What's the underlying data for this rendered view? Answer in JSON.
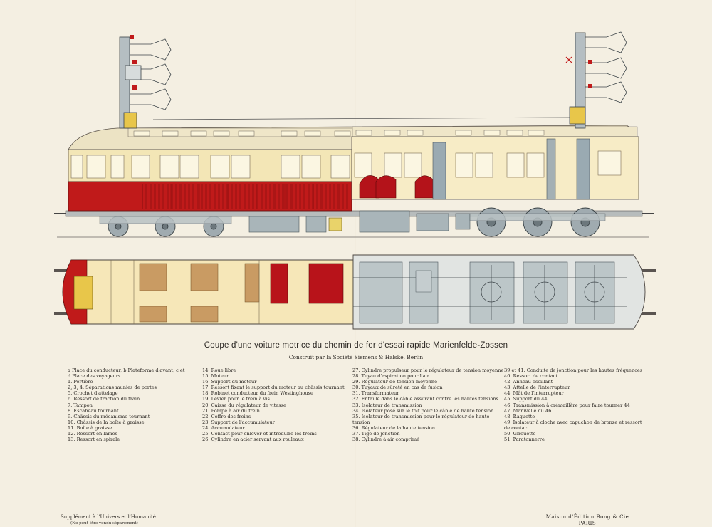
{
  "title": "Coupe d'une voiture motrice du chemin de fer d'essai rapide Marienfelde-Zossen",
  "subtitle": "Construit par la Société Siemens & Halske, Berlin",
  "legend": {
    "col1": [
      "a Place du conducteur, b Plateforme d'avant, c et d Place des voyageurs",
      "1. Portière",
      "2, 3, 4. Séparations munies de portes",
      "5. Crochet d'attelage",
      "6. Ressort de traction du train",
      "7. Tampon",
      "8. Escabeau tournant",
      "9. Châssis du mécanisme tournant",
      "10. Châssis de la boîte à graisse",
      "11. Boîte à graisse",
      "12. Ressort en lames",
      "13. Ressort en spirale"
    ],
    "col2": [
      "14. Roue libre",
      "15. Moteur",
      "16. Support du moteur",
      "17. Ressort fixant le support du moteur au châssis tournant",
      "18. Robinet conducteur du frein Westinghouse",
      "19. Levier pour le frein à vis",
      "20. Caisse du régulateur de vitesse",
      "21. Pompe à air du frein",
      "22. Coffre des freins",
      "23. Support de l'accumulateur",
      "24. Accumulateur",
      "25. Contact pour enlever et introduire les freins",
      "26. Cylindre en acier servant aux rouleaux"
    ],
    "col3": [
      "27. Cylindre propulseur pour le régulateur de tension moyenne",
      "28. Tuyau d'aspiration pour l'air",
      "29. Régulateur de tension moyenne",
      "30. Tuyaux de sûreté en cas de fusion",
      "31. Transformateur",
      "32. Entaille dans le câble assurant contre les hautes tensions",
      "33. Isolateur de transmission",
      "34. Isolateur posé sur le toit pour le câble de haute tension",
      "35. Isolateur de transmission pour le régulateur de haute tension",
      "36. Régulateur de la haute tension",
      "37. Tige de jonction",
      "38. Cylindre à air comprimé"
    ],
    "col4": [
      "39 et 41. Conduite de jonction pour les hautes fréquences",
      "40. Ressort de contact",
      "42. Anneau oscillant",
      "43. Attelle de l'interrupteur",
      "44. Mât de l'interrupteur",
      "45. Support du 44",
      "46. Transmission à crémaillère pour faire tourner 44",
      "47. Manivelle du 46",
      "48. Raquette",
      "49. Isolateur à cloche avec capuchon de bronze et ressort de contact",
      "50. Girouette",
      "51. Paratonnerre"
    ]
  },
  "footer": {
    "left_line1": "Supplément à l'Univers et l'Humanité",
    "left_line2": "(Ne peut être vendu séparément)",
    "right_line1": "Maison d'Édition Bong & Cie",
    "right_line2": "PARIS"
  },
  "colors": {
    "paper": "#f4efe2",
    "body_cream": "#f3e6b6",
    "body_red": "#c01a1a",
    "metal_grey": "#9aaab2",
    "roof": "#ece3c4"
  }
}
